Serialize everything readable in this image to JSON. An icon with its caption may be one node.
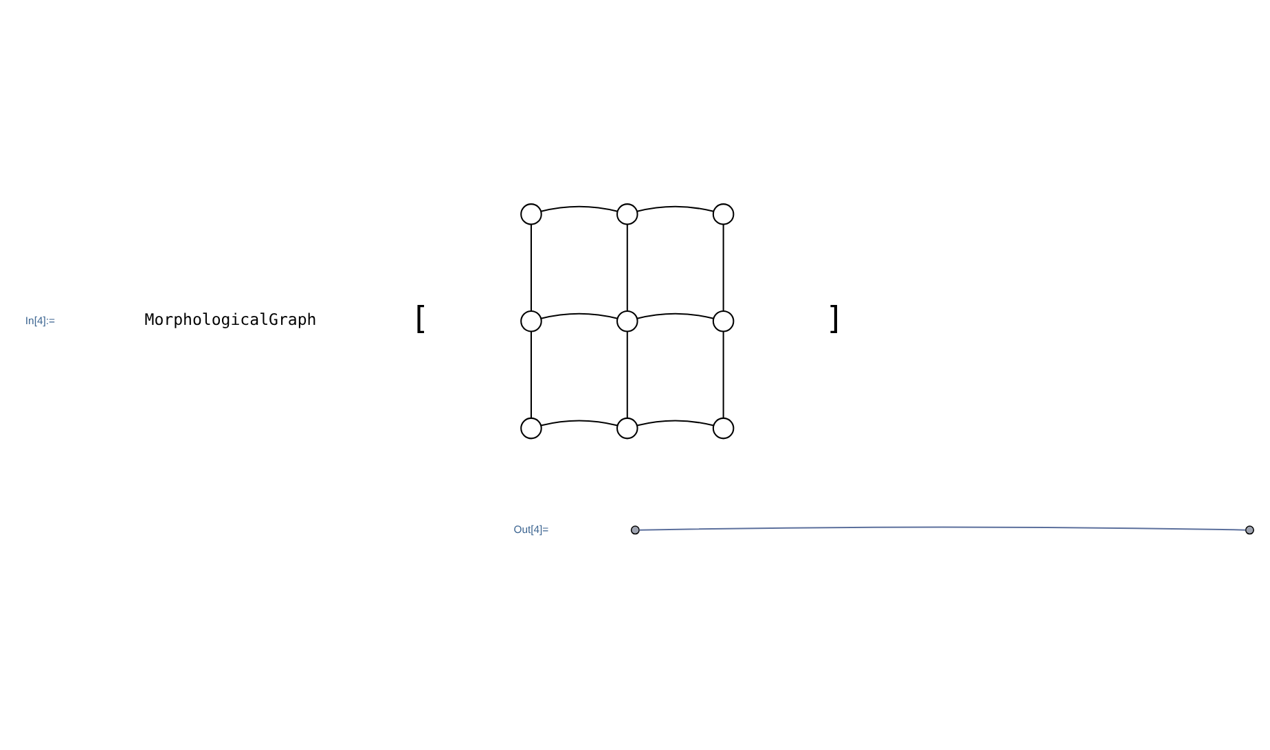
{
  "diagram": {
    "nodes": [
      {
        "text": [],
        "shape": "circle"
      },
      {
        "text": [],
        "shape": "circle"
      },
      {
        "text": [],
        "shape": "circle"
      },
      {
        "text": [],
        "shape": "circle"
      },
      {
        "text": [],
        "shape": "circle"
      },
      {
        "text": [],
        "shape": "circle"
      },
      {
        "text": [],
        "shape": "circle"
      },
      {
        "text": [],
        "shape": "circle"
      },
      {
        "text": [],
        "shape": "circle"
      },
      {
        "text": [],
        "shape": "circle"
      },
      {
        "text": [],
        "shape": "circle"
      }
    ],
    "edges": [
      {
        "from": 0,
        "to": 1,
        "arrow": "none"
      },
      {
        "from": 1,
        "to": 2,
        "arrow": "none"
      },
      {
        "from": 3,
        "to": 4,
        "arrow": "none"
      },
      {
        "from": 4,
        "to": 5,
        "arrow": "none"
      },
      {
        "from": 6,
        "to": 7,
        "arrow": "none"
      },
      {
        "from": 7,
        "to": 8,
        "arrow": "none"
      },
      {
        "from": 0,
        "to": 3,
        "arrow": "none"
      },
      {
        "from": 3,
        "to": 6,
        "arrow": "none"
      },
      {
        "from": 1,
        "to": 4,
        "arrow": "none"
      },
      {
        "from": 4,
        "to": 7,
        "arrow": "none"
      },
      {
        "from": 2,
        "to": 5,
        "arrow": "none"
      },
      {
        "from": 5,
        "to": 8,
        "arrow": "none"
      },
      {
        "from": 9,
        "to": 10,
        "arrow": "none",
        "color": "#5b6f9c"
      }
    ],
    "labels": [
      "In[4]:=",
      "MorphologicalGraph",
      "[",
      "]",
      "Out[4]="
    ]
  }
}
